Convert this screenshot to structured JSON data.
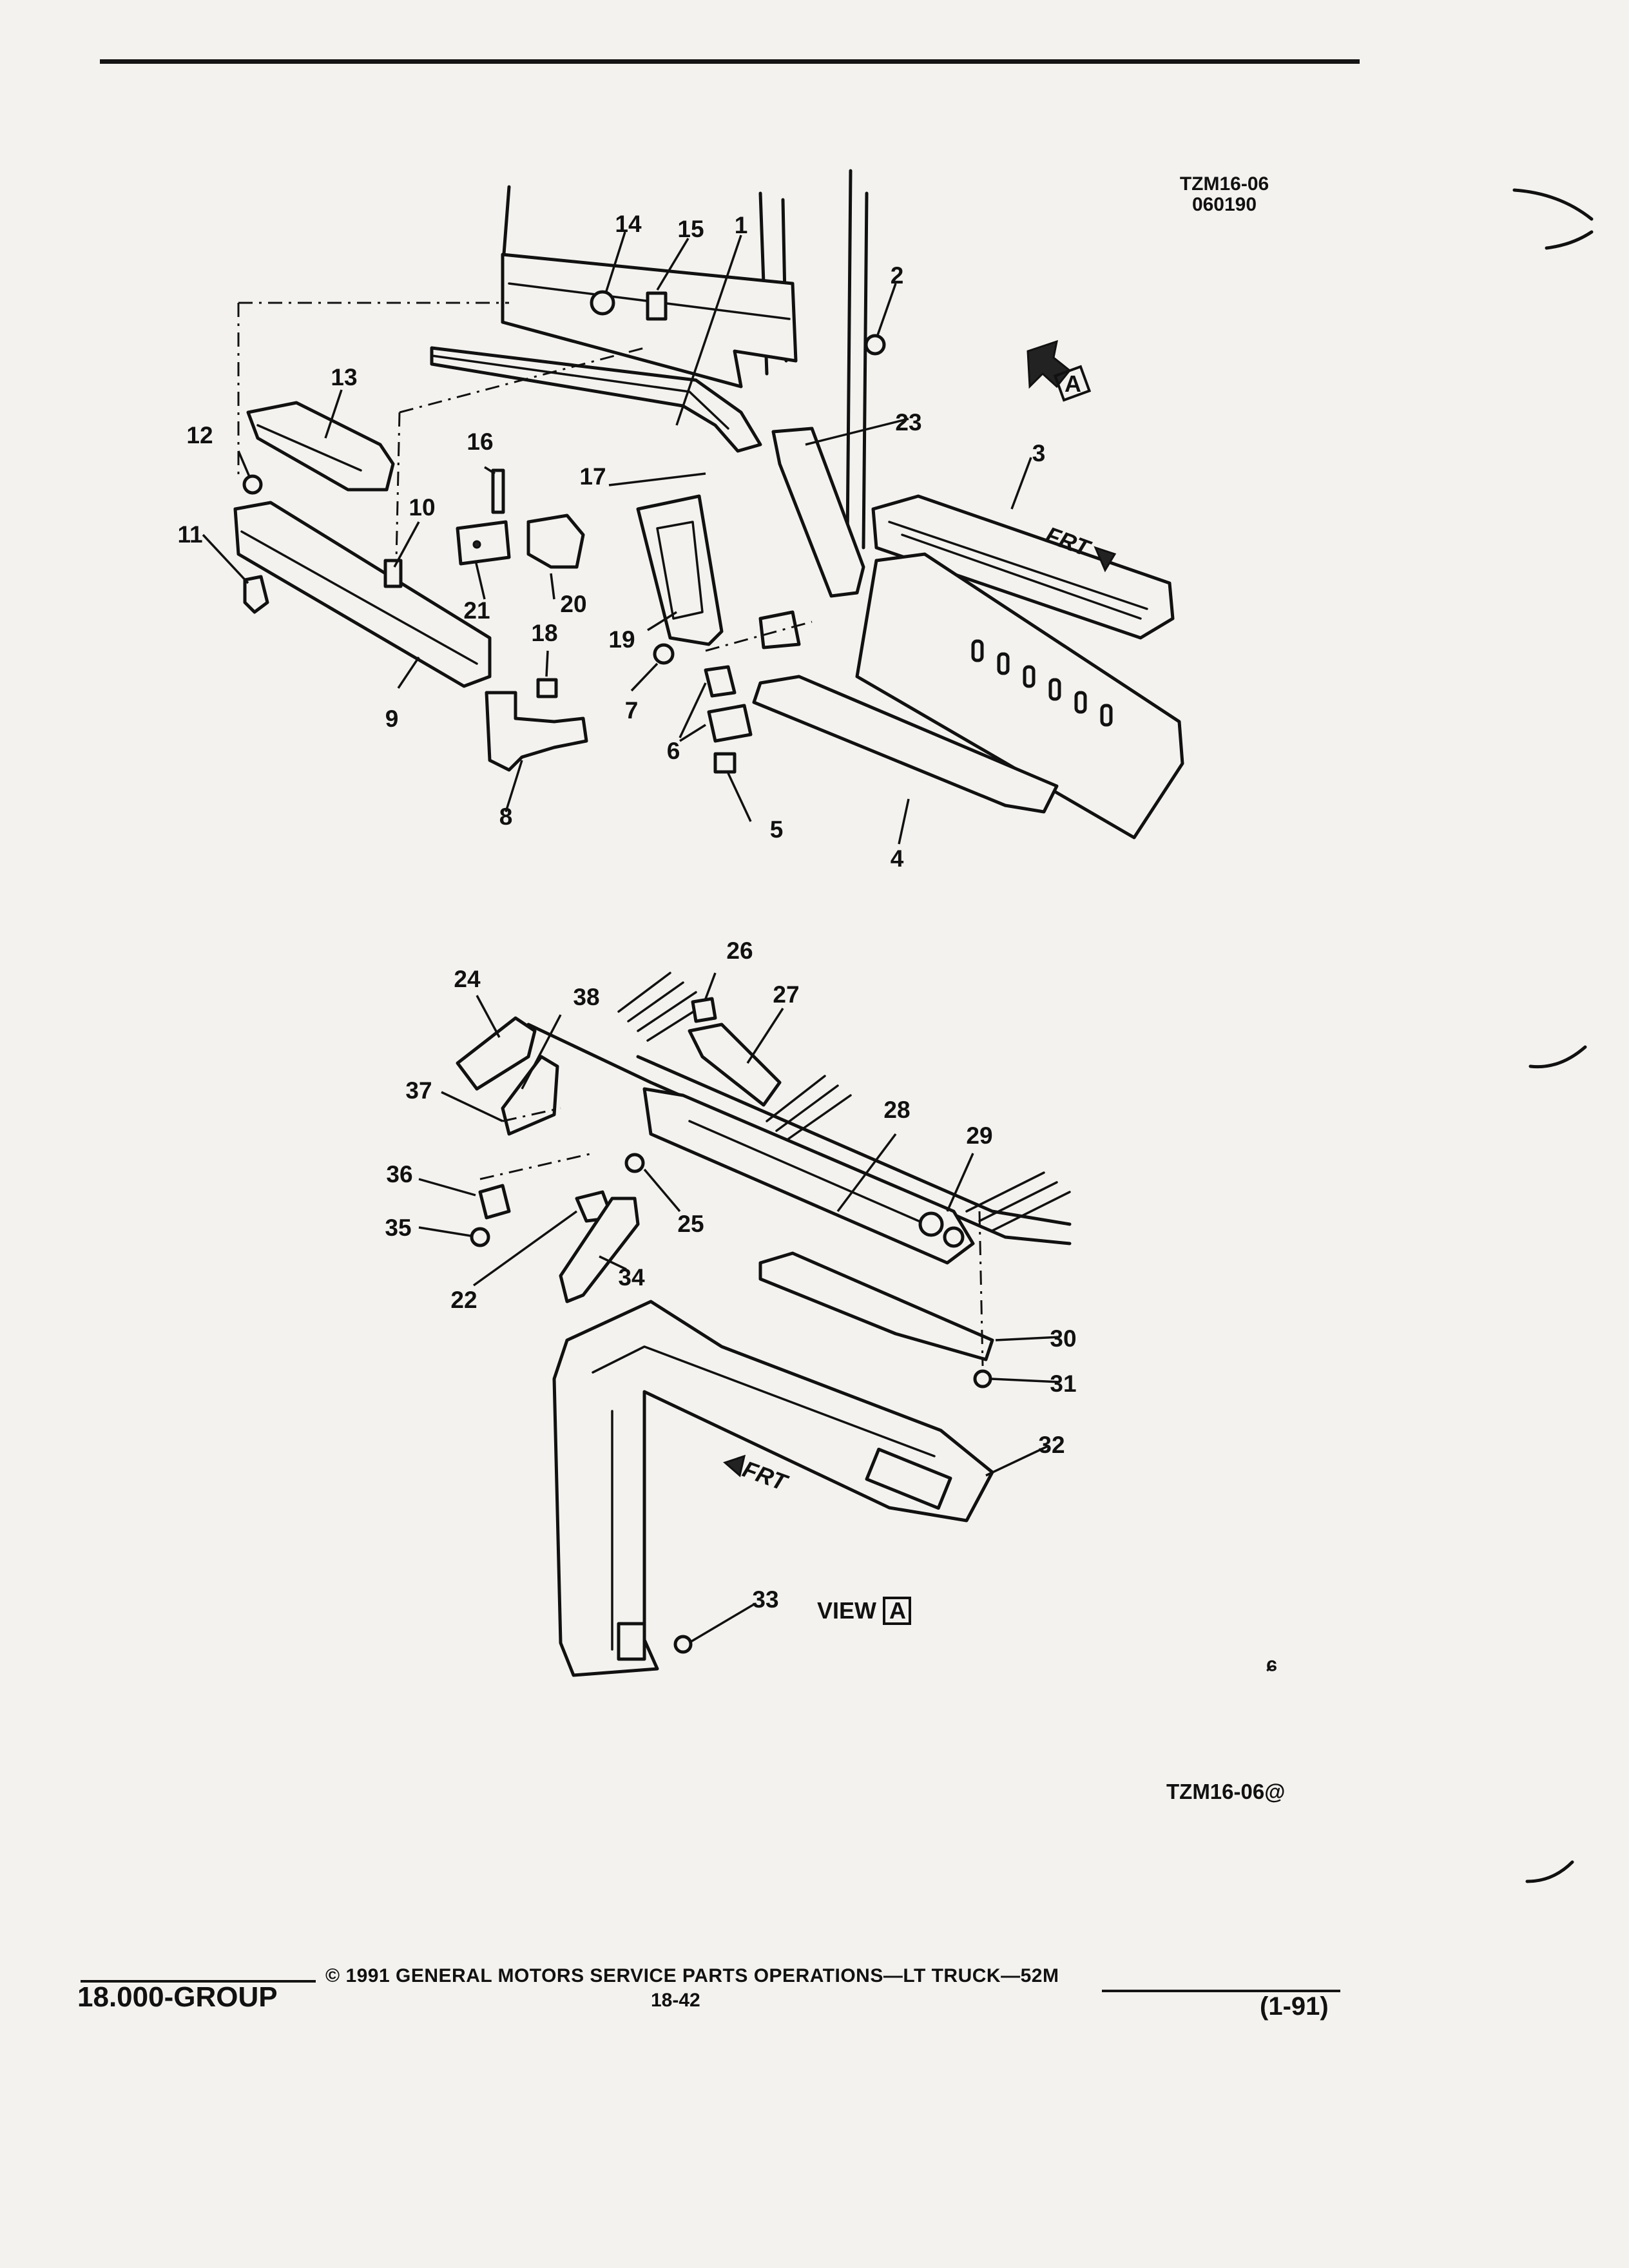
{
  "header": {
    "figure_ref": "TZM16-06",
    "figure_date": "060190"
  },
  "diagram": {
    "top_callouts": [
      "14",
      "15",
      "1",
      "2",
      "13",
      "12",
      "16",
      "17",
      "23",
      "3",
      "10",
      "11",
      "21",
      "20",
      "19",
      "18",
      "9",
      "7",
      "6",
      "8",
      "5",
      "4"
    ],
    "bottom_callouts": [
      "26",
      "24",
      "38",
      "27",
      "37",
      "28",
      "29",
      "36",
      "25",
      "35",
      "22",
      "34",
      "30",
      "31",
      "32",
      "33"
    ],
    "direction_label_top": "FRT",
    "direction_label_bottom": "FRT",
    "view_marker_letter": "A",
    "view_label": "VIEW",
    "view_label_letter": "A"
  },
  "bottom_ref": "TZM16-06@",
  "footer": {
    "group": "18.000-GROUP",
    "copyright": "© 1991 GENERAL MOTORS SERVICE PARTS OPERATIONS—LT TRUCK—52M",
    "page": "18-42",
    "revision": "(1-91)"
  },
  "marks": {
    "corner_symbol": "ᶝ"
  }
}
